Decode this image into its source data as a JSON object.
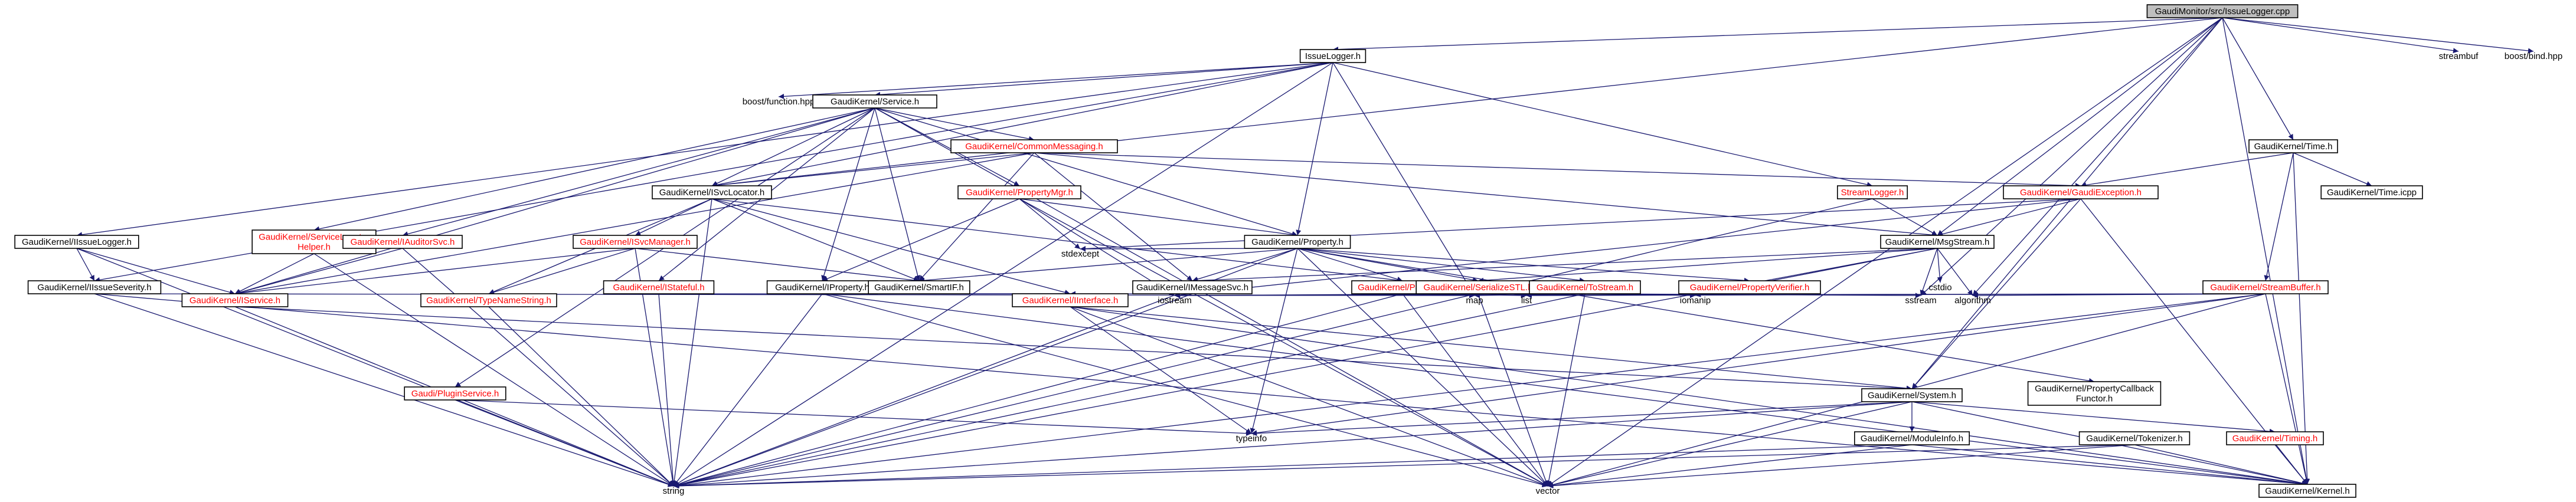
{
  "nodes": {
    "root": {
      "lines": [
        "GaudiMonitor/src/IssueLogger.cpp"
      ]
    },
    "issuelogger_h": {
      "lines": [
        "IssueLogger.h"
      ]
    },
    "streambuf": {
      "lines": [
        "streambuf"
      ]
    },
    "boost_bind": {
      "lines": [
        "boost/bind.hpp"
      ]
    },
    "boost_function": {
      "lines": [
        "boost/function.hpp"
      ]
    },
    "service_h": {
      "lines": [
        "GaudiKernel/Service.h"
      ]
    },
    "common_messaging": {
      "lines": [
        "GaudiKernel/CommonMessaging.h"
      ]
    },
    "time_h": {
      "lines": [
        "GaudiKernel/Time.h"
      ]
    },
    "time_icpp": {
      "lines": [
        "GaudiKernel/Time.icpp"
      ]
    },
    "iissuelogger": {
      "lines": [
        "GaudiKernel/IIssueLogger.h"
      ]
    },
    "isvclocator": {
      "lines": [
        "GaudiKernel/ISvcLocator.h"
      ]
    },
    "propertymgr": {
      "lines": [
        "GaudiKernel/PropertyMgr.h"
      ]
    },
    "streamlogger": {
      "lines": [
        "StreamLogger.h"
      ]
    },
    "gaudiexception": {
      "lines": [
        "GaudiKernel/GaudiException.h"
      ]
    },
    "servicelocatorhelper": {
      "lines": [
        "GaudiKernel/ServiceLocator",
        "Helper.h"
      ]
    },
    "iauditorsvc": {
      "lines": [
        "GaudiKernel/IAuditorSvc.h"
      ]
    },
    "isvcmanager": {
      "lines": [
        "GaudiKernel/ISvcManager.h"
      ]
    },
    "property_h": {
      "lines": [
        "GaudiKernel/Property.h"
      ]
    },
    "msgstream": {
      "lines": [
        "GaudiKernel/MsgStream.h"
      ]
    },
    "iissueseverity": {
      "lines": [
        "GaudiKernel/IIssueSeverity.h"
      ]
    },
    "iservice": {
      "lines": [
        "GaudiKernel/IService.h"
      ]
    },
    "typenamestring": {
      "lines": [
        "GaudiKernel/TypeNameString.h"
      ]
    },
    "istateful": {
      "lines": [
        "GaudiKernel/IStateful.h"
      ]
    },
    "iproperty": {
      "lines": [
        "GaudiKernel/IProperty.h"
      ]
    },
    "smartif": {
      "lines": [
        "GaudiKernel/SmartIF.h"
      ]
    },
    "imessagesvc": {
      "lines": [
        "GaudiKernel/IMessageSvc.h"
      ]
    },
    "parsers": {
      "lines": [
        "GaudiKernel/Parsers.h"
      ]
    },
    "serializestl": {
      "lines": [
        "GaudiKernel/SerializeSTL.h"
      ]
    },
    "tostream": {
      "lines": [
        "GaudiKernel/ToStream.h"
      ]
    },
    "propertyverifier": {
      "lines": [
        "GaudiKernel/PropertyVerifier.h"
      ]
    },
    "streambuffer": {
      "lines": [
        "GaudiKernel/StreamBuffer.h"
      ]
    },
    "iinterface": {
      "lines": [
        "GaudiKernel/IInterface.h"
      ]
    },
    "system_h": {
      "lines": [
        "GaudiKernel/System.h"
      ]
    },
    "propertycallback": {
      "lines": [
        "GaudiKernel/PropertyCallback",
        "Functor.h"
      ]
    },
    "pluginservice": {
      "lines": [
        "Gaudi/PluginService.h"
      ]
    },
    "modulesinfo": {
      "lines": [
        "GaudiKernel/ModuleInfo.h"
      ]
    },
    "tokenizer": {
      "lines": [
        "GaudiKernel/Tokenizer.h"
      ]
    },
    "timing": {
      "lines": [
        "GaudiKernel/Timing.h"
      ]
    },
    "kernel_h": {
      "lines": [
        "GaudiKernel/Kernel.h"
      ]
    },
    "string": {
      "lines": [
        "string"
      ]
    },
    "vector": {
      "lines": [
        "vector"
      ]
    },
    "typeinfo": {
      "lines": [
        "typeinfo"
      ]
    },
    "iostream": {
      "lines": [
        "iostream"
      ]
    },
    "map": {
      "lines": [
        "map"
      ]
    },
    "list": {
      "lines": [
        "list"
      ]
    },
    "iomanip": {
      "lines": [
        "iomanip"
      ]
    },
    "sstream": {
      "lines": [
        "sstream"
      ]
    },
    "algorithm": {
      "lines": [
        "algorithm"
      ]
    },
    "stdexcept": {
      "lines": [
        "stdexcept"
      ]
    },
    "cstdio": {
      "lines": [
        "cstdio"
      ]
    }
  },
  "edge_color": "#191970",
  "missing_doc_color": "#ff0000",
  "root_fill": "#bfbfbf"
}
